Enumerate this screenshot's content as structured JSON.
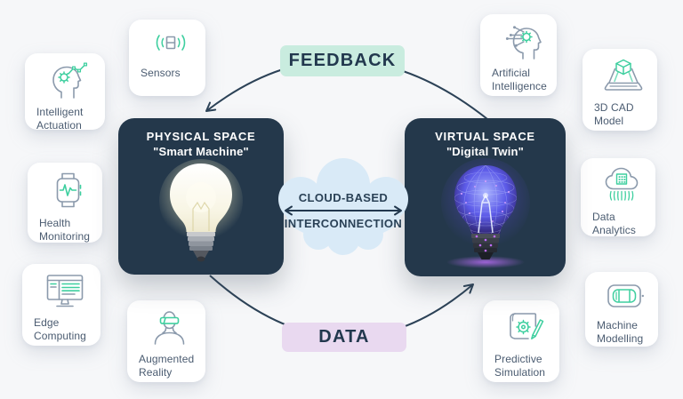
{
  "title": "Digital twin concept diagram",
  "flow_labels": {
    "feedback": "FEEDBACK",
    "data": "DATA"
  },
  "cloud": {
    "line1": "CLOUD-BASED",
    "line2": "INTERCONNECTION",
    "arrow": "double-headed-arrow"
  },
  "physical_box": {
    "title": "PHYSICAL SPACE",
    "subtitle": "\"Smart Machine\"",
    "image": "glowing-incandescent-lightbulb"
  },
  "virtual_box": {
    "title": "VIRTUAL SPACE",
    "subtitle": "\"Digital Twin\"",
    "image": "wireframe-digital-lightbulb"
  },
  "arrows": {
    "top_arc": "virtual-to-physical-feedback-arrow",
    "bottom_arc": "physical-to-virtual-data-arrow"
  },
  "cards": [
    {
      "line1": "Sensors",
      "line2": "",
      "icon": "sensors-icon"
    },
    {
      "line1": "Intelligent",
      "line2": "Actuation",
      "icon": "intelligent-actuation-icon"
    },
    {
      "line1": "Health",
      "line2": "Monitoring",
      "icon": "health-monitoring-icon"
    },
    {
      "line1": "Edge",
      "line2": "Computing",
      "icon": "edge-computing-icon"
    },
    {
      "line1": "Augmented",
      "line2": "Reality",
      "icon": "augmented-reality-icon"
    },
    {
      "line1": "Artificial",
      "line2": "Intelligence",
      "icon": "artificial-intelligence-icon"
    },
    {
      "line1": "3D CAD",
      "line2": "Model",
      "icon": "3d-cad-model-icon"
    },
    {
      "line1": "Data",
      "line2": "Analytics",
      "icon": "data-analytics-icon"
    },
    {
      "line1": "Machine",
      "line2": "Modelling",
      "icon": "machine-modelling-icon"
    },
    {
      "line1": "Predictive",
      "line2": "Simulation",
      "icon": "predictive-simulation-icon"
    }
  ],
  "colors": {
    "background": "#f6f7f9",
    "card_bg": "#ffffff",
    "dark_box": "#24384b",
    "accent_green": "#3ecf9f",
    "icon_gray": "#8b9aac",
    "feedback_bg": "#c9ecdf",
    "data_bg": "#e9d9f0",
    "cloud_bg": "#d9eaf7",
    "arc_stroke": "#2c4257",
    "label_text": "#4a5b70"
  }
}
